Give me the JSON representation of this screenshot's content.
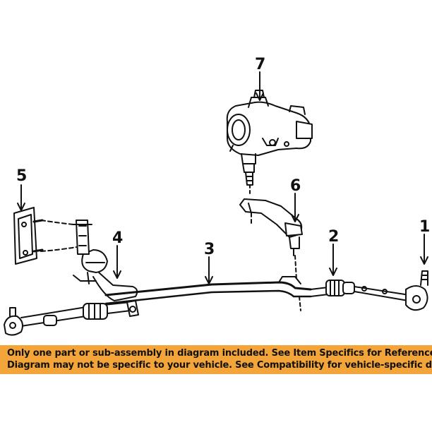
{
  "callouts": {
    "part1": "1",
    "part2": "2",
    "part3": "3",
    "part4": "4",
    "part5": "5",
    "part6": "6",
    "part7": "7"
  },
  "banner": {
    "line1": "Only one part or sub-assembly in diagram included. See Item Specifics for Reference #.",
    "line2": "Diagram may not be specific to your vehicle. See Compatibility for vehicle-specific diagrams."
  },
  "colors": {
    "banner_bg": "#f4a53a",
    "line_art": "#111111"
  }
}
